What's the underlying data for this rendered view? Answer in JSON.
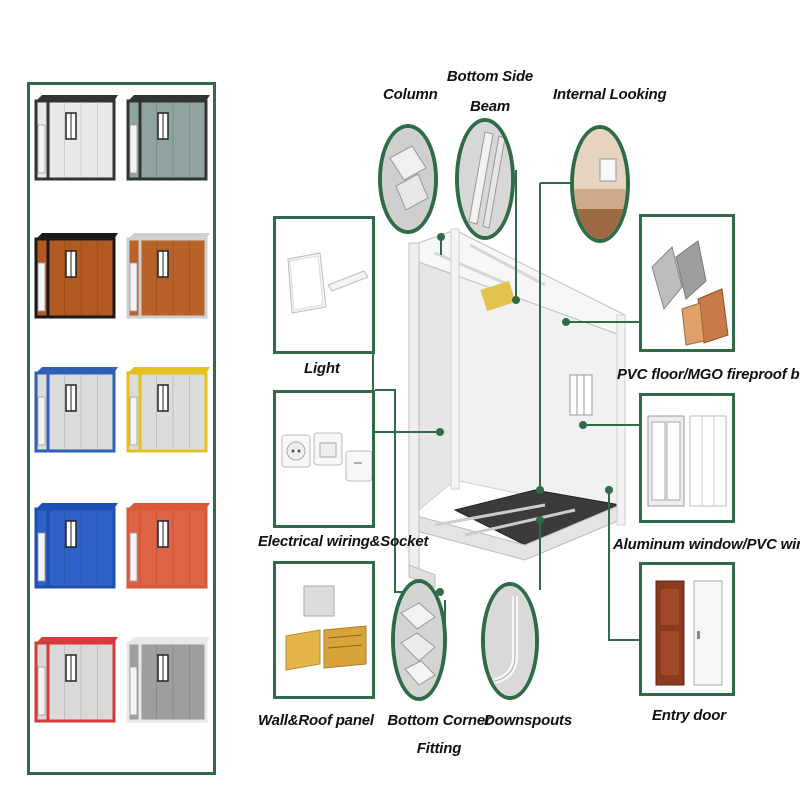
{
  "labels": {
    "column": "Column",
    "bottom_side_beam_l1": "Bottom Side",
    "bottom_side_beam_l2": "Beam",
    "internal_looking": "Internal Looking",
    "light": "Light",
    "pvc_floor": "PVC floor/MGO fireproof board",
    "electrical": "Electrical wiring&Socket",
    "aluminum_window": "Aluminum window/PVC window",
    "wall_roof_panel": "Wall&Roof panel",
    "bottom_corner_l1": "Bottom Corner",
    "bottom_corner_l2": "Fitting",
    "downspouts": "Downspouts",
    "entry_door": "Entry door"
  },
  "colors": {
    "accent": "#2f6b46",
    "container_variants": [
      {
        "frame": "#333333",
        "wall": "#e8e8e8"
      },
      {
        "frame": "#333333",
        "wall": "#8fa3a0"
      },
      {
        "frame": "#1a1a1a",
        "wall": "#b25a22"
      },
      {
        "frame": "#cfcfcf",
        "wall": "#b8622a"
      },
      {
        "frame": "#2f5fb7",
        "wall": "#dcdcdc"
      },
      {
        "frame": "#e3c21c",
        "wall": "#dcdcdc"
      },
      {
        "frame": "#1e4fb5",
        "wall": "#2e62c8"
      },
      {
        "frame": "#d95a3b",
        "wall": "#de6445"
      },
      {
        "frame": "#d63a3a",
        "wall": "#d9d9d9"
      },
      {
        "frame": "#e8e8e8",
        "wall": "#9e9e9e"
      }
    ]
  }
}
